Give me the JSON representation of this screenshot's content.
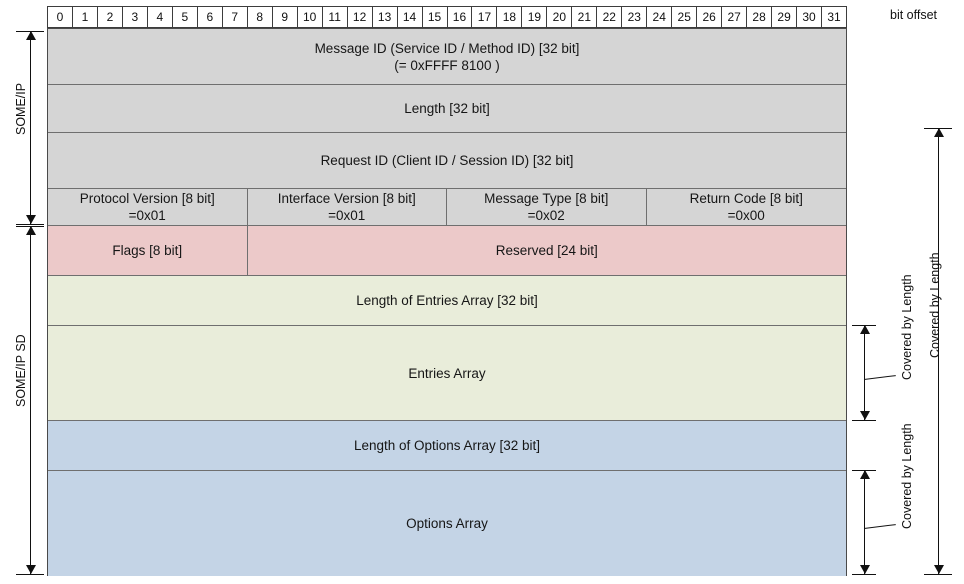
{
  "header": {
    "bit_offsets": [
      "0",
      "1",
      "2",
      "3",
      "4",
      "5",
      "6",
      "7",
      "8",
      "9",
      "10",
      "11",
      "12",
      "13",
      "14",
      "15",
      "16",
      "17",
      "18",
      "19",
      "20",
      "21",
      "22",
      "23",
      "24",
      "25",
      "26",
      "27",
      "28",
      "29",
      "30",
      "31"
    ],
    "bit_offset_label": "bit offset"
  },
  "left_brackets": [
    {
      "label": "SOME/IP"
    },
    {
      "label": "SOME/IP SD"
    }
  ],
  "right_brackets": [
    {
      "label": "Covered by Length"
    },
    {
      "label": "Covered by Length"
    },
    {
      "label": "Covered by Length"
    }
  ],
  "rows": [
    {
      "id": "message-id",
      "section": "someip",
      "color": "#d5d5d5",
      "cells": [
        {
          "label": "Message ID (Service ID / Method ID) [32 bit]",
          "sub": "(= 0xFFFF 8100 )",
          "bits": 32
        }
      ]
    },
    {
      "id": "length",
      "section": "someip",
      "color": "#d5d5d5",
      "cells": [
        {
          "label": "Length [32 bit]",
          "sub": "",
          "bits": 32
        }
      ]
    },
    {
      "id": "request-id",
      "section": "someip",
      "color": "#d5d5d5",
      "cells": [
        {
          "label": "Request ID (Client ID / Session ID) [32 bit]",
          "sub": "",
          "bits": 32
        }
      ]
    },
    {
      "id": "version-type-return",
      "section": "someip",
      "color": "#d5d5d5",
      "cells": [
        {
          "label": "Protocol Version [8 bit]",
          "sub": "=0x01",
          "bits": 8
        },
        {
          "label": "Interface Version [8 bit]",
          "sub": "=0x01",
          "bits": 8
        },
        {
          "label": "Message Type [8 bit]",
          "sub": "=0x02",
          "bits": 8
        },
        {
          "label": "Return Code [8 bit]",
          "sub": "=0x00",
          "bits": 8
        }
      ]
    },
    {
      "id": "flags-reserved",
      "section": "someipsd",
      "color": "#ecc9c9",
      "cells": [
        {
          "label": "Flags [8 bit]",
          "sub": "",
          "bits": 8
        },
        {
          "label": "Reserved [24 bit]",
          "sub": "",
          "bits": 24
        }
      ]
    },
    {
      "id": "length-of-entries-array",
      "section": "someipsd",
      "color": "#e9edda",
      "cells": [
        {
          "label": "Length of Entries Array  [32 bit]",
          "sub": "",
          "bits": 32
        }
      ]
    },
    {
      "id": "entries-array",
      "section": "someipsd",
      "color": "#e9edda",
      "cells": [
        {
          "label": "Entries Array",
          "sub": "",
          "bits": 32
        }
      ]
    },
    {
      "id": "length-of-options-array",
      "section": "someipsd",
      "color": "#c4d4e6",
      "cells": [
        {
          "label": "Length of Options Array  [32 bit]",
          "sub": "",
          "bits": 32
        }
      ]
    },
    {
      "id": "options-array",
      "section": "someipsd",
      "color": "#c4d4e6",
      "cells": [
        {
          "label": "Options Array",
          "sub": "",
          "bits": 32
        }
      ]
    }
  ]
}
